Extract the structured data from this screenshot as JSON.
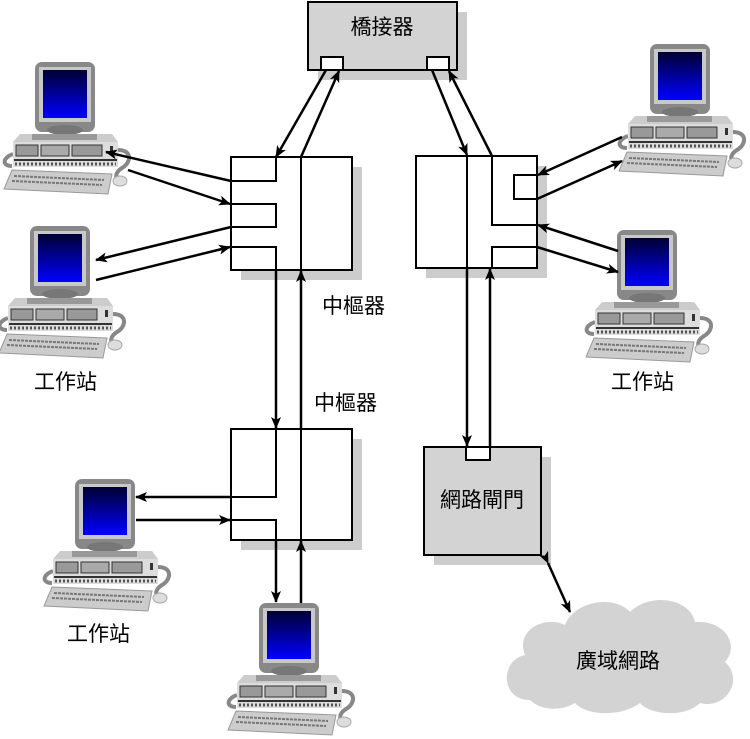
{
  "diagram": {
    "bridge": {
      "label": "橋接器"
    },
    "hubs": [
      {
        "label": "中樞器"
      },
      {
        "label": "中樞器"
      }
    ],
    "workstation_labels": [
      "工作站",
      "工作站",
      "工作站"
    ],
    "gateway": {
      "label": "網路閘門"
    },
    "wan": {
      "label": "廣域網路"
    }
  },
  "colors": {
    "device_fill": "#d3d3d3",
    "shadow": "#cccccc",
    "screen_top": "#000033",
    "screen_bottom": "#0000ff"
  }
}
